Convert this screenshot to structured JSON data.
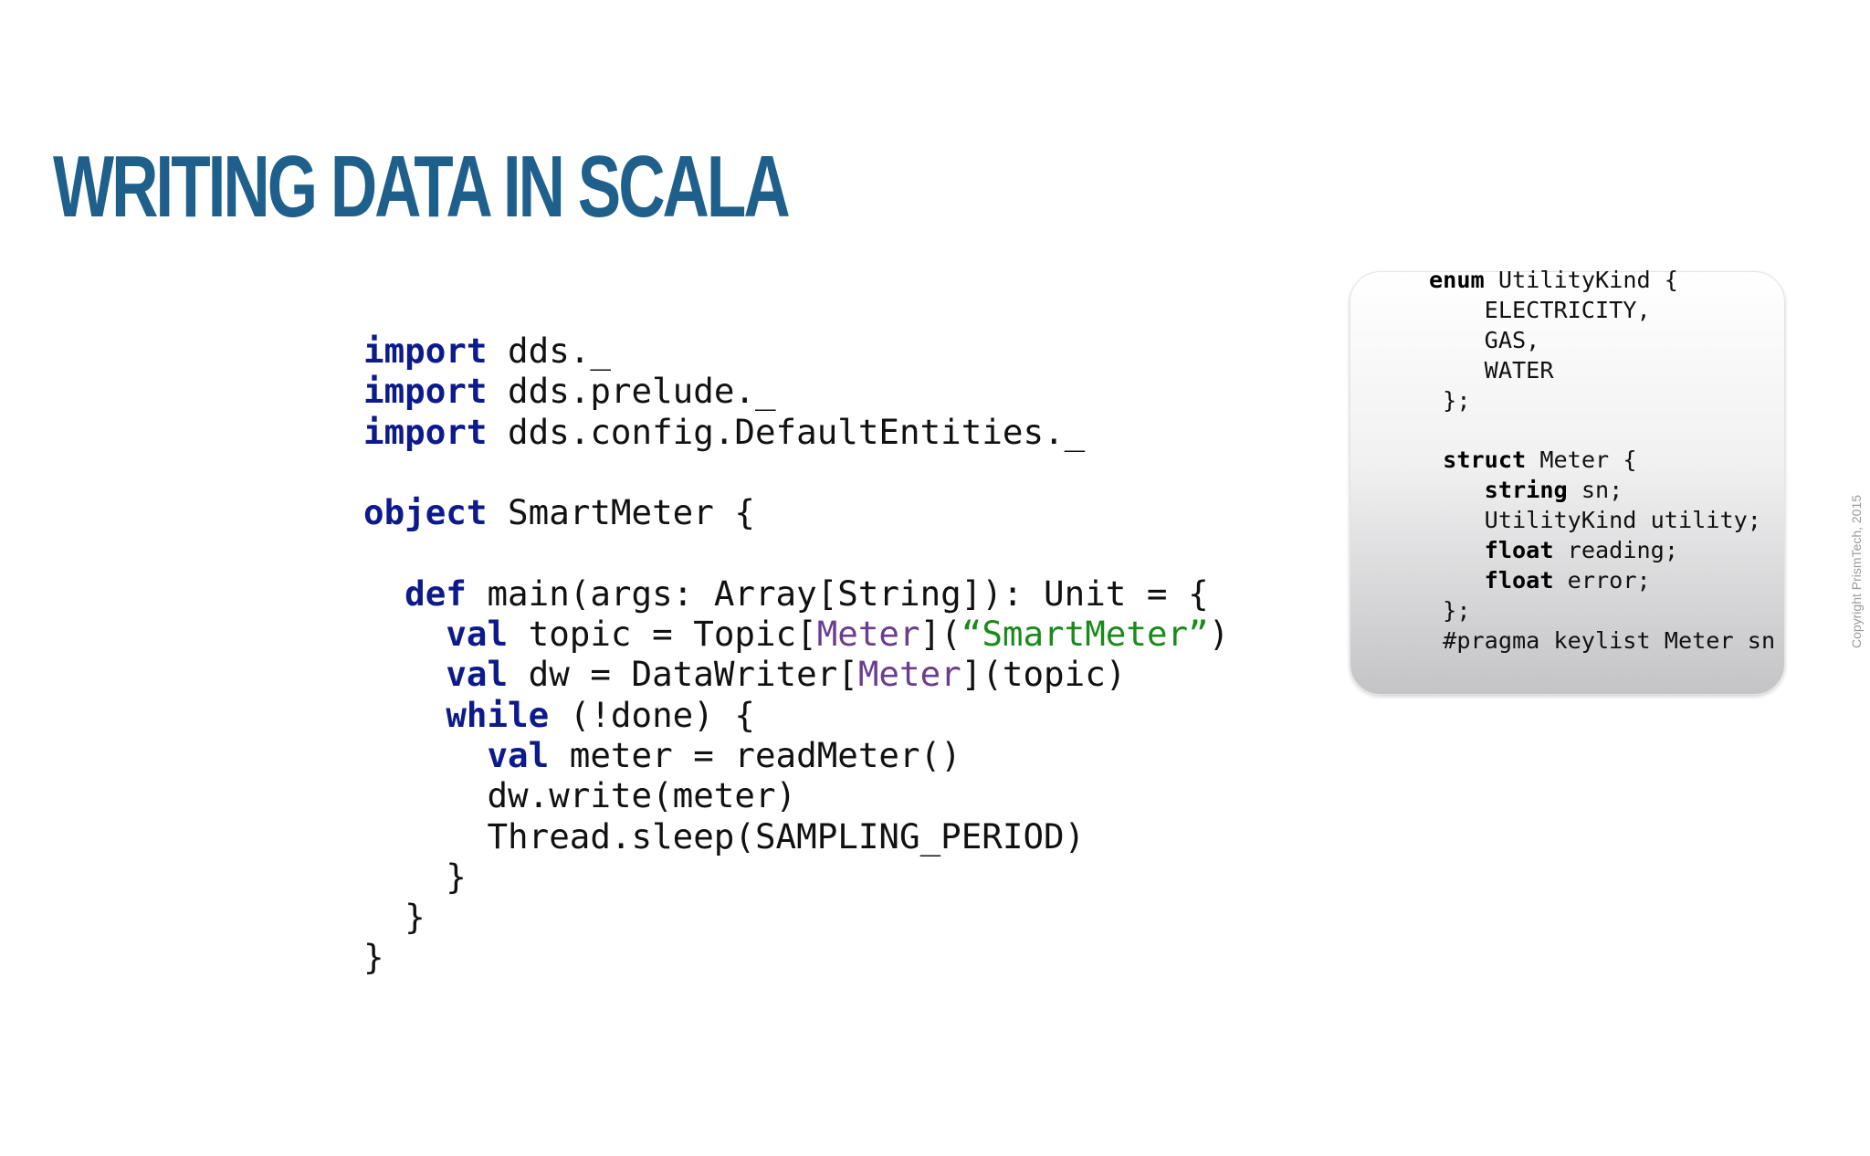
{
  "slide": {
    "title": "WRITING DATA IN SCALA",
    "copyright": "Copyright PrismTech, 2015"
  },
  "main_code": {
    "language": "scala",
    "lines": [
      [
        {
          "t": "kw",
          "v": "import"
        },
        {
          "t": "plain",
          "v": " dds._"
        }
      ],
      [
        {
          "t": "kw",
          "v": "import"
        },
        {
          "t": "plain",
          "v": " dds.prelude._"
        }
      ],
      [
        {
          "t": "kw",
          "v": "import"
        },
        {
          "t": "plain",
          "v": " dds.config.DefaultEntities._"
        }
      ],
      [],
      [
        {
          "t": "kw",
          "v": "object"
        },
        {
          "t": "plain",
          "v": " SmartMeter {"
        }
      ],
      [],
      [
        {
          "t": "plain",
          "v": "  "
        },
        {
          "t": "kw",
          "v": "def"
        },
        {
          "t": "plain",
          "v": " main(args: Array[String]): Unit = {"
        }
      ],
      [
        {
          "t": "plain",
          "v": "    "
        },
        {
          "t": "kw",
          "v": "val"
        },
        {
          "t": "plain",
          "v": " topic = Topic["
        },
        {
          "t": "type",
          "v": "Meter"
        },
        {
          "t": "plain",
          "v": "]("
        },
        {
          "t": "str",
          "v": "“SmartMeter”"
        },
        {
          "t": "plain",
          "v": ")"
        }
      ],
      [
        {
          "t": "plain",
          "v": "    "
        },
        {
          "t": "kw",
          "v": "val"
        },
        {
          "t": "plain",
          "v": " dw = DataWriter["
        },
        {
          "t": "type",
          "v": "Meter"
        },
        {
          "t": "plain",
          "v": "](topic)"
        }
      ],
      [
        {
          "t": "plain",
          "v": "    "
        },
        {
          "t": "kw",
          "v": "while"
        },
        {
          "t": "plain",
          "v": " (!done) {"
        }
      ],
      [
        {
          "t": "plain",
          "v": "      "
        },
        {
          "t": "kw",
          "v": "val"
        },
        {
          "t": "plain",
          "v": " meter = readMeter()"
        }
      ],
      [
        {
          "t": "plain",
          "v": "      dw.write(meter)"
        }
      ],
      [
        {
          "t": "plain",
          "v": "      Thread.sleep(SAMPLING_PERIOD)"
        }
      ],
      [
        {
          "t": "plain",
          "v": "    }"
        }
      ],
      [
        {
          "t": "plain",
          "v": "  }"
        }
      ],
      [
        {
          "t": "plain",
          "v": "}"
        }
      ]
    ]
  },
  "idl_code": {
    "language": "idl",
    "lines": [
      [
        {
          "t": "kw",
          "v": "enum"
        },
        {
          "t": "plain",
          "v": " UtilityKind {"
        }
      ],
      [
        {
          "t": "plain",
          "v": "    ELECTRICITY,"
        }
      ],
      [
        {
          "t": "plain",
          "v": "    GAS,"
        }
      ],
      [
        {
          "t": "plain",
          "v": "    WATER"
        }
      ],
      [
        {
          "t": "plain",
          "v": " };"
        }
      ],
      [],
      [
        {
          "t": "plain",
          "v": " "
        },
        {
          "t": "kw",
          "v": "struct"
        },
        {
          "t": "plain",
          "v": " Meter {"
        }
      ],
      [
        {
          "t": "plain",
          "v": "    "
        },
        {
          "t": "kw",
          "v": "string"
        },
        {
          "t": "plain",
          "v": " sn;"
        }
      ],
      [
        {
          "t": "plain",
          "v": "    UtilityKind utility;"
        }
      ],
      [
        {
          "t": "plain",
          "v": "    "
        },
        {
          "t": "kw",
          "v": "float"
        },
        {
          "t": "plain",
          "v": " reading;"
        }
      ],
      [
        {
          "t": "plain",
          "v": "    "
        },
        {
          "t": "kw",
          "v": "float"
        },
        {
          "t": "plain",
          "v": " error;"
        }
      ],
      [
        {
          "t": "plain",
          "v": " };"
        }
      ],
      [
        {
          "t": "plain",
          "v": " #pragma keylist Meter sn"
        }
      ]
    ]
  }
}
